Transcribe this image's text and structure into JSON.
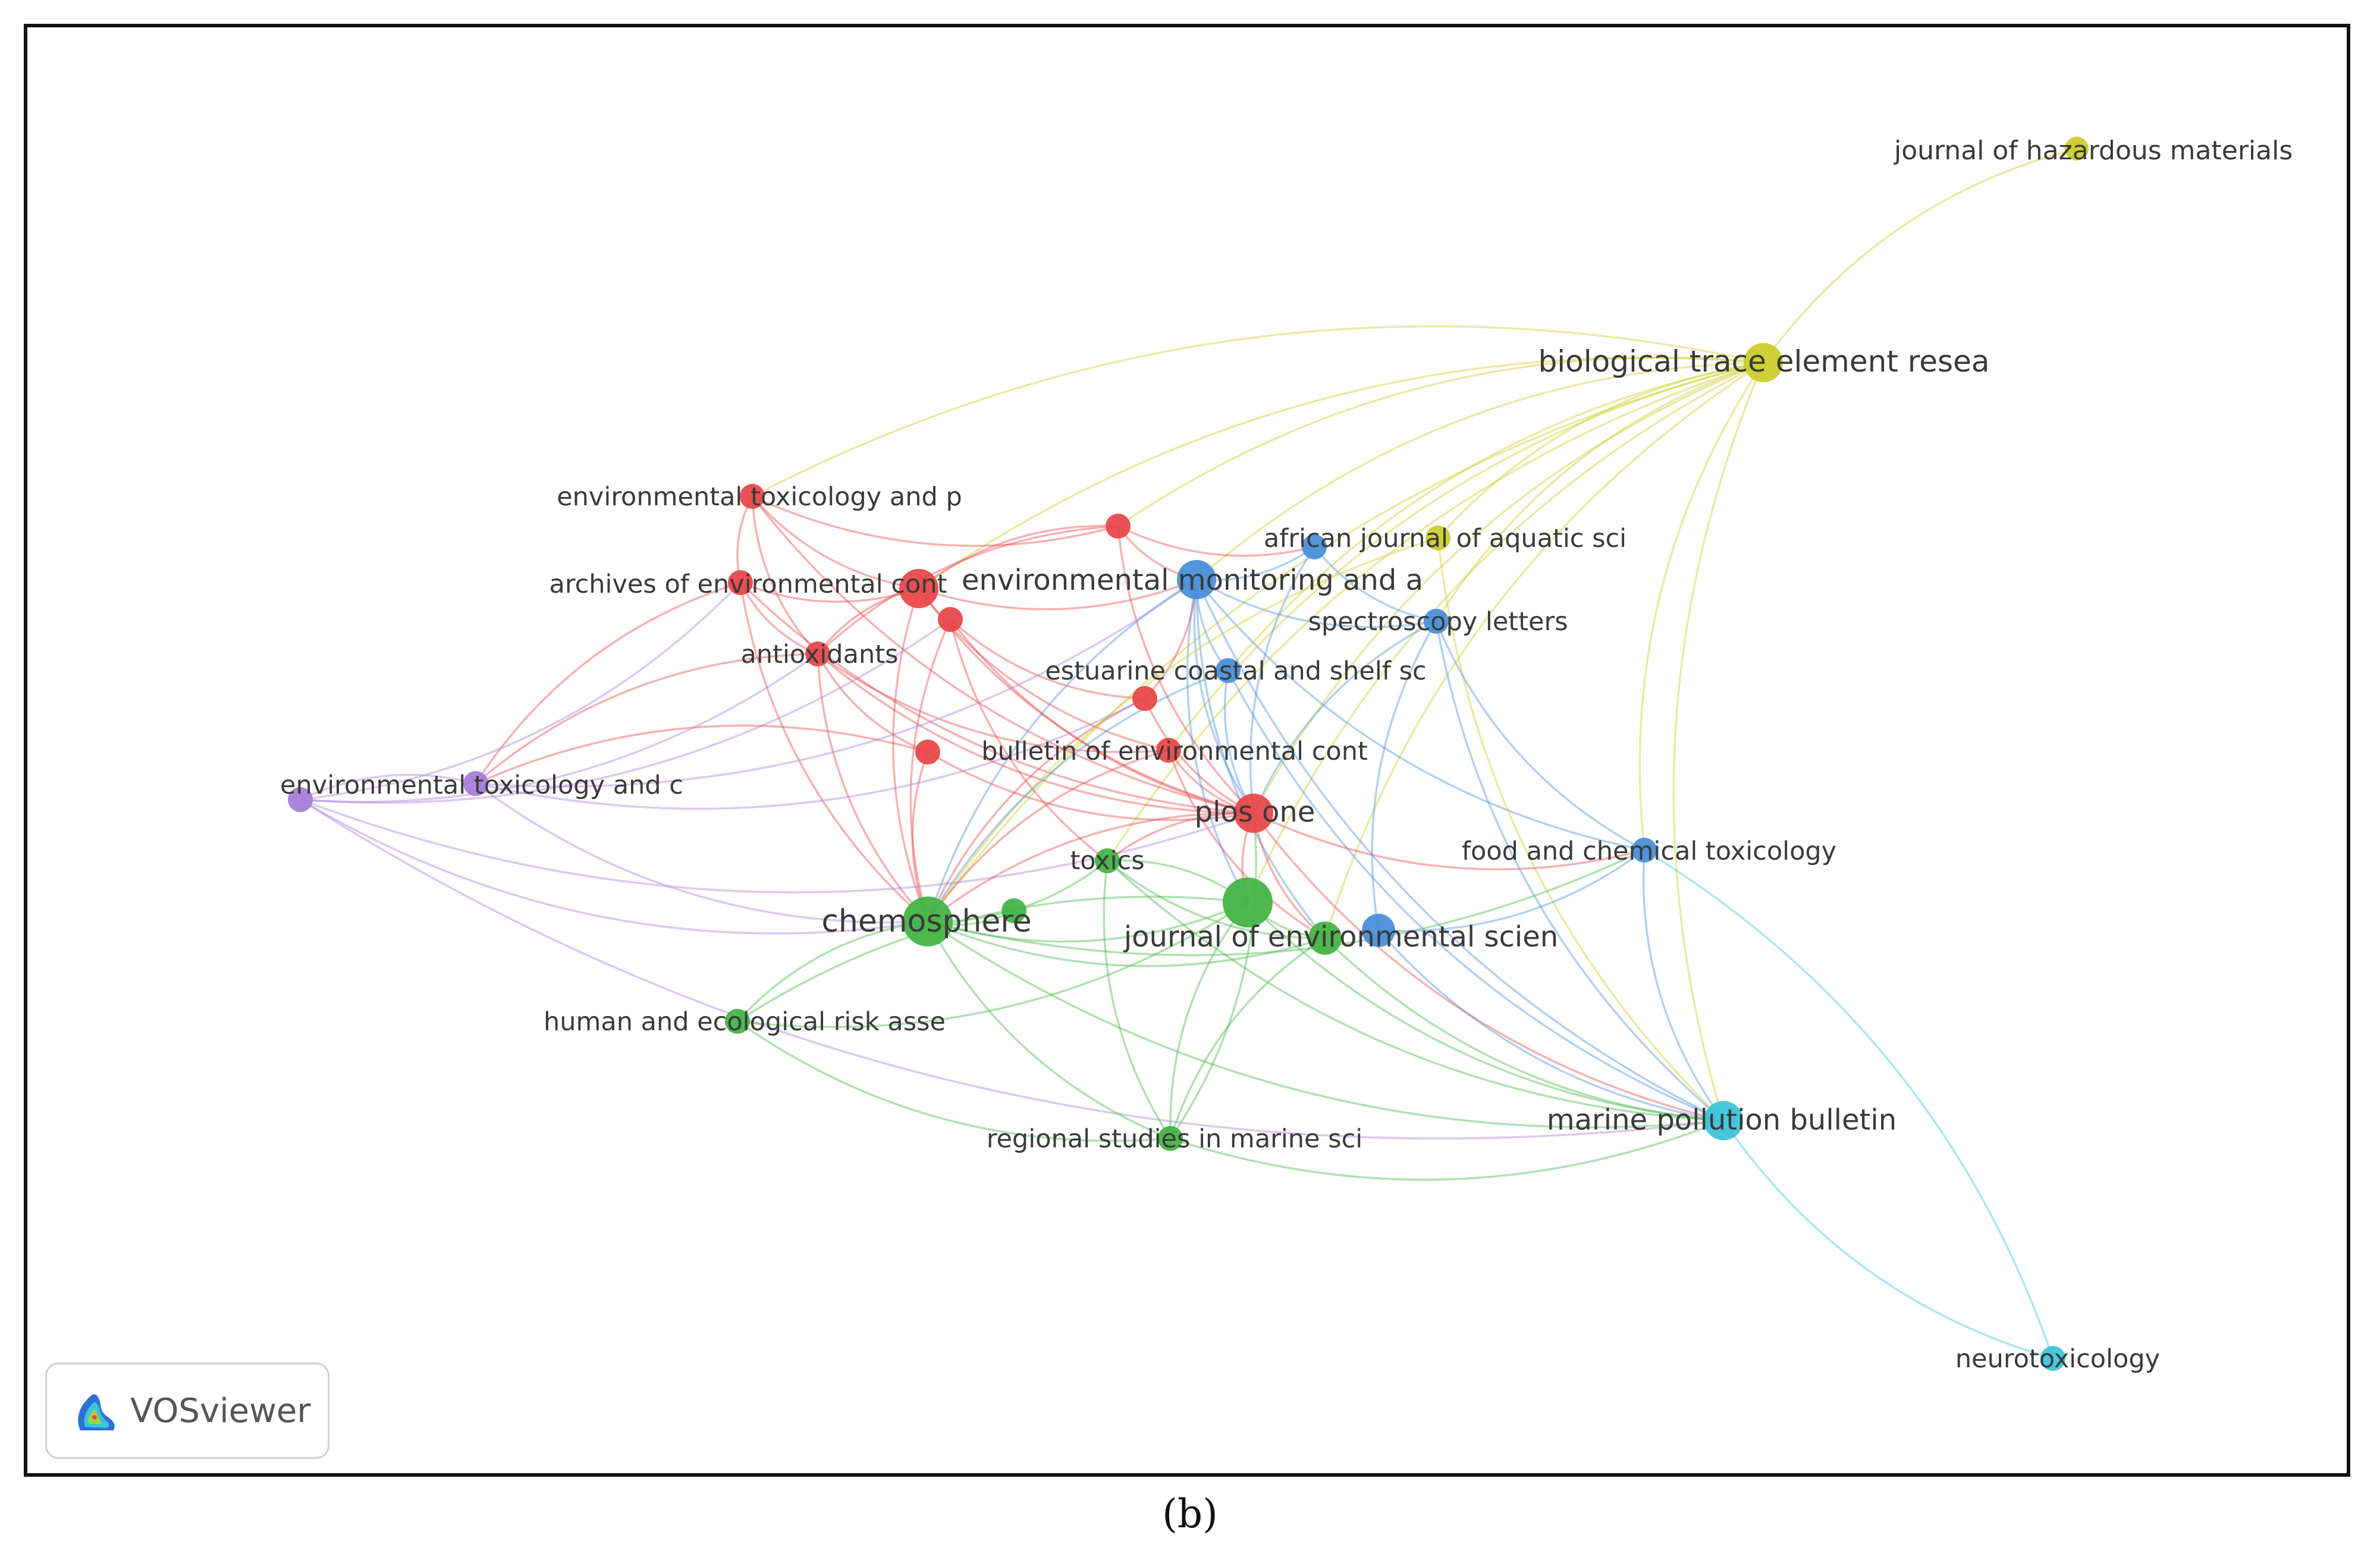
{
  "caption": "(b)",
  "logo": {
    "text": "VOSviewer"
  },
  "clusters": {
    "red": "#e8484b",
    "green": "#44b446",
    "blue": "#4a8fd8",
    "yellow": "#cccc2e",
    "purple": "#a77ed8",
    "cyan": "#3cc4d9"
  },
  "nodes": [
    {
      "id": "hazardous",
      "label": "journal of hazardous materials",
      "cluster": "yellow",
      "weight": 1
    },
    {
      "id": "biotrace",
      "label": "biological trace element resea",
      "cluster": "yellow",
      "weight": 4
    },
    {
      "id": "envtoxp",
      "label": "environmental toxicology and p",
      "cluster": "red",
      "weight": 2
    },
    {
      "id": "red_top",
      "label": "",
      "cluster": "red",
      "weight": 2
    },
    {
      "id": "african",
      "label": "african journal of aquatic sci",
      "cluster": "yellow",
      "weight": 2
    },
    {
      "id": "african_blue",
      "label": "",
      "cluster": "blue",
      "weight": 2
    },
    {
      "id": "envmon",
      "label": "environmental monitoring and a",
      "cluster": "blue",
      "weight": 4
    },
    {
      "id": "archives",
      "label": "archives of environmental cont",
      "cluster": "red",
      "weight": 2
    },
    {
      "id": "red_big",
      "label": "",
      "cluster": "red",
      "weight": 4
    },
    {
      "id": "red_mid",
      "label": "",
      "cluster": "red",
      "weight": 2
    },
    {
      "id": "spectro",
      "label": "spectroscopy letters",
      "cluster": "blue",
      "weight": 2
    },
    {
      "id": "antiox",
      "label": "antioxidants",
      "cluster": "red",
      "weight": 2
    },
    {
      "id": "estuarine",
      "label": "estuarine coastal and shelf sc",
      "cluster": "blue",
      "weight": 2
    },
    {
      "id": "red_center",
      "label": "",
      "cluster": "red",
      "weight": 2
    },
    {
      "id": "red_left",
      "label": "",
      "cluster": "red",
      "weight": 2
    },
    {
      "id": "bulletin",
      "label": "bulletin of environmental cont",
      "cluster": "red",
      "weight": 2
    },
    {
      "id": "envtoxc",
      "label": "environmental toxicology and c",
      "cluster": "purple",
      "weight": 2
    },
    {
      "id": "purple_left",
      "label": "",
      "cluster": "purple",
      "weight": 2
    },
    {
      "id": "plos",
      "label": "plos one",
      "cluster": "red",
      "weight": 4
    },
    {
      "id": "foodchem",
      "label": "food and chemical toxicology",
      "cluster": "blue",
      "weight": 2
    },
    {
      "id": "toxics",
      "label": "toxics",
      "cluster": "green",
      "weight": 2
    },
    {
      "id": "chemo",
      "label": "chemosphere",
      "cluster": "green",
      "weight": 5
    },
    {
      "id": "green_small",
      "label": "",
      "cluster": "green",
      "weight": 2
    },
    {
      "id": "green_big",
      "label": "",
      "cluster": "green",
      "weight": 5
    },
    {
      "id": "jes",
      "label": "journal of environmental scien",
      "cluster": "green",
      "weight": 3
    },
    {
      "id": "jes_blue",
      "label": "",
      "cluster": "blue",
      "weight": 3
    },
    {
      "id": "human",
      "label": "human and ecological risk asse",
      "cluster": "green",
      "weight": 2
    },
    {
      "id": "regional",
      "label": "regional studies in marine sci",
      "cluster": "green",
      "weight": 2
    },
    {
      "id": "marine",
      "label": "marine pollution bulletin",
      "cluster": "cyan",
      "weight": 4
    },
    {
      "id": "neuro",
      "label": "neurotoxicology",
      "cluster": "cyan",
      "weight": 2
    }
  ],
  "links": [
    [
      "hazardous",
      "biotrace"
    ],
    [
      "biotrace",
      "african"
    ],
    [
      "biotrace",
      "envmon"
    ],
    [
      "biotrace",
      "spectro"
    ],
    [
      "biotrace",
      "plos"
    ],
    [
      "biotrace",
      "chemo"
    ],
    [
      "biotrace",
      "jes"
    ],
    [
      "biotrace",
      "marine"
    ],
    [
      "biotrace",
      "red_top"
    ],
    [
      "biotrace",
      "red_big"
    ],
    [
      "biotrace",
      "bulletin"
    ],
    [
      "biotrace",
      "estuarine"
    ],
    [
      "biotrace",
      "foodchem"
    ],
    [
      "biotrace",
      "green_big"
    ],
    [
      "biotrace",
      "toxics"
    ],
    [
      "biotrace",
      "envtoxp"
    ],
    [
      "envtoxp",
      "red_top"
    ],
    [
      "envtoxp",
      "archives"
    ],
    [
      "envtoxp",
      "antiox"
    ],
    [
      "envtoxp",
      "plos"
    ],
    [
      "envtoxp",
      "red_big"
    ],
    [
      "red_top",
      "envmon"
    ],
    [
      "red_top",
      "antiox"
    ],
    [
      "red_top",
      "plos"
    ],
    [
      "red_top",
      "red_big"
    ],
    [
      "red_top",
      "african_blue"
    ],
    [
      "archives",
      "antiox"
    ],
    [
      "archives",
      "red_big"
    ],
    [
      "archives",
      "envtoxc"
    ],
    [
      "archives",
      "plos"
    ],
    [
      "archives",
      "chemo"
    ],
    [
      "red_big",
      "antiox"
    ],
    [
      "red_big",
      "plos"
    ],
    [
      "red_big",
      "envmon"
    ],
    [
      "red_big",
      "bulletin"
    ],
    [
      "red_big",
      "chemo"
    ],
    [
      "red_mid",
      "plos"
    ],
    [
      "red_mid",
      "chemo"
    ],
    [
      "red_mid",
      "red_center"
    ],
    [
      "red_mid",
      "toxics"
    ],
    [
      "antiox",
      "plos"
    ],
    [
      "antiox",
      "chemo"
    ],
    [
      "antiox",
      "bulletin"
    ],
    [
      "antiox",
      "red_left"
    ],
    [
      "antiox",
      "envtoxc"
    ],
    [
      "red_left",
      "plos"
    ],
    [
      "red_left",
      "chemo"
    ],
    [
      "red_left",
      "envtoxc"
    ],
    [
      "red_center",
      "plos"
    ],
    [
      "red_center",
      "envmon"
    ],
    [
      "red_center",
      "chemo"
    ],
    [
      "bulletin",
      "plos"
    ],
    [
      "bulletin",
      "chemo"
    ],
    [
      "bulletin",
      "jes"
    ],
    [
      "envmon",
      "plos"
    ],
    [
      "envmon",
      "chemo"
    ],
    [
      "envmon",
      "jes"
    ],
    [
      "envmon",
      "marine"
    ],
    [
      "envmon",
      "spectro"
    ],
    [
      "envmon",
      "african_blue"
    ],
    [
      "envmon",
      "estuarine"
    ],
    [
      "envmon",
      "foodchem"
    ],
    [
      "envmon",
      "green_big"
    ],
    [
      "african_blue",
      "spectro"
    ],
    [
      "african_blue",
      "plos"
    ],
    [
      "african",
      "marine"
    ],
    [
      "african",
      "chemo"
    ],
    [
      "spectro",
      "marine"
    ],
    [
      "spectro",
      "plos"
    ],
    [
      "spectro",
      "foodchem"
    ],
    [
      "spectro",
      "jes_blue"
    ],
    [
      "estuarine",
      "plos"
    ],
    [
      "estuarine",
      "marine"
    ],
    [
      "estuarine",
      "chemo"
    ],
    [
      "envtoxc",
      "purple_left"
    ],
    [
      "envtoxc",
      "chemo"
    ],
    [
      "envtoxc",
      "envmon"
    ],
    [
      "envtoxc",
      "red_center"
    ],
    [
      "purple_left",
      "marine"
    ],
    [
      "purple_left",
      "chemo"
    ],
    [
      "purple_left",
      "antiox"
    ],
    [
      "purple_left",
      "red_mid"
    ],
    [
      "purple_left",
      "archives"
    ],
    [
      "purple_left",
      "plos"
    ],
    [
      "plos",
      "chemo"
    ],
    [
      "plos",
      "green_big"
    ],
    [
      "plos",
      "jes"
    ],
    [
      "plos",
      "marine"
    ],
    [
      "plos",
      "toxics"
    ],
    [
      "plos",
      "foodchem"
    ],
    [
      "chemo",
      "toxics"
    ],
    [
      "chemo",
      "green_small"
    ],
    [
      "chemo",
      "green_big"
    ],
    [
      "chemo",
      "jes"
    ],
    [
      "chemo",
      "human"
    ],
    [
      "chemo",
      "regional"
    ],
    [
      "chemo",
      "marine"
    ],
    [
      "chemo",
      "foodchem"
    ],
    [
      "green_big",
      "jes"
    ],
    [
      "green_big",
      "toxics"
    ],
    [
      "green_big",
      "regional"
    ],
    [
      "green_big",
      "marine"
    ],
    [
      "green_big",
      "human"
    ],
    [
      "toxics",
      "regional"
    ],
    [
      "toxics",
      "jes"
    ],
    [
      "toxics",
      "marine"
    ],
    [
      "jes",
      "marine"
    ],
    [
      "jes",
      "regional"
    ],
    [
      "jes_blue",
      "marine"
    ],
    [
      "jes_blue",
      "foodchem"
    ],
    [
      "human",
      "regional"
    ],
    [
      "human",
      "green_big"
    ],
    [
      "regional",
      "marine"
    ],
    [
      "regional",
      "plos"
    ],
    [
      "foodchem",
      "marine"
    ],
    [
      "marine",
      "neuro"
    ],
    [
      "neuro",
      "foodchem"
    ]
  ]
}
